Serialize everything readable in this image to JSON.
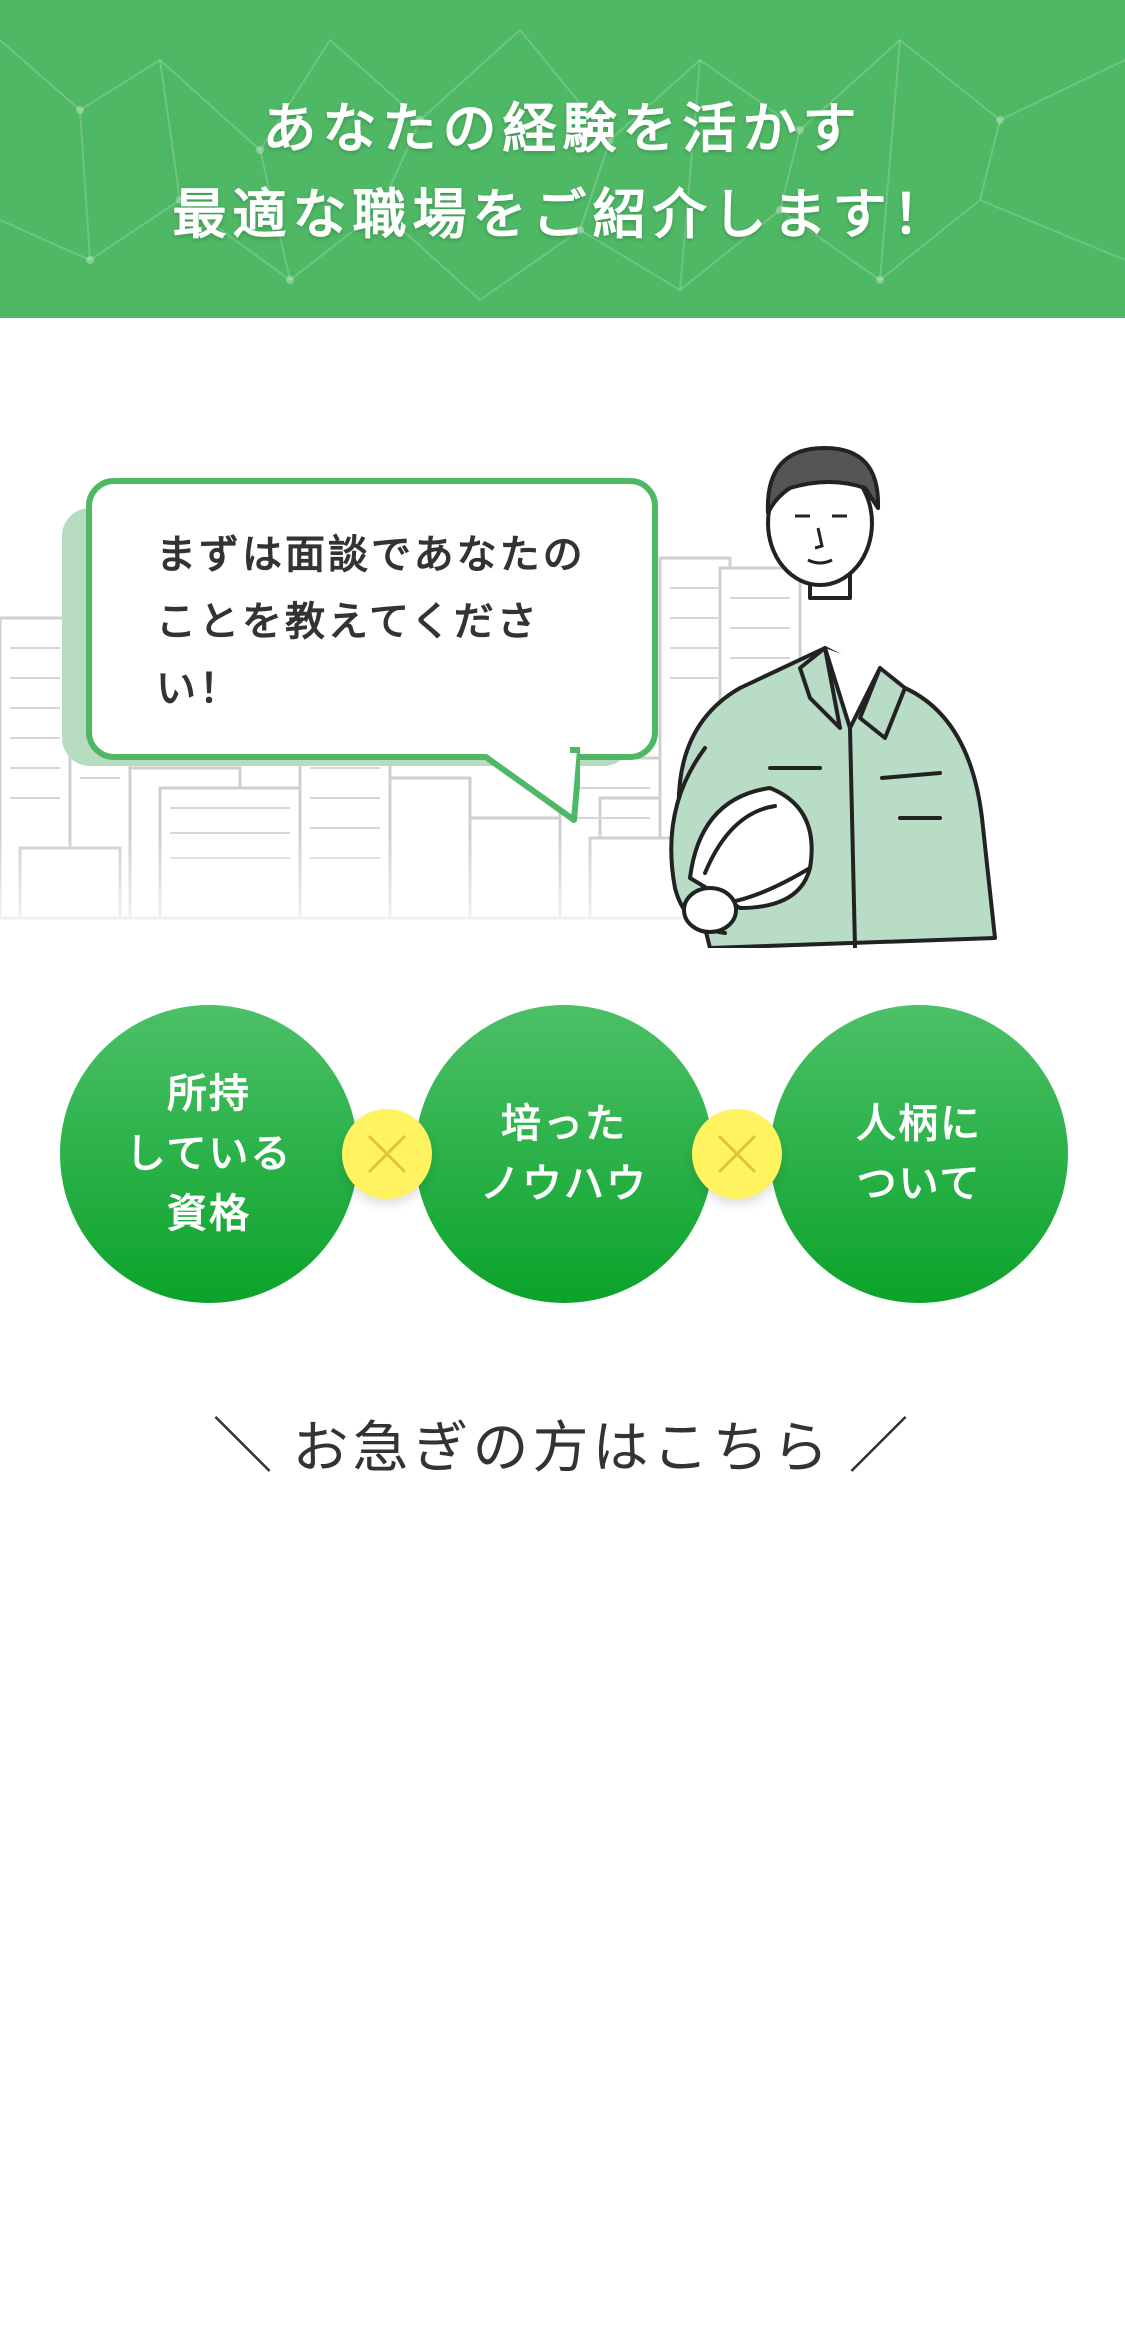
{
  "hero": {
    "line1": "あなたの経験を活かす",
    "line2": "最適な職場をご紹介します！",
    "bg_color": "#4fb865"
  },
  "bubble": {
    "text": "まずは面談であなたのことを教えてください！",
    "border_color": "#4fb865"
  },
  "features": [
    {
      "line1": "所持",
      "line2": "している",
      "line3": "資格"
    },
    {
      "line1": "培った",
      "line2": "ノウハウ"
    },
    {
      "line1": "人柄に",
      "line2": "ついて"
    }
  ],
  "cross_icon": "times-icon",
  "cross_color": "#fff45f",
  "hurry": {
    "slash_left": "＼",
    "text": "お急ぎの方はこちら",
    "slash_right": "／"
  }
}
